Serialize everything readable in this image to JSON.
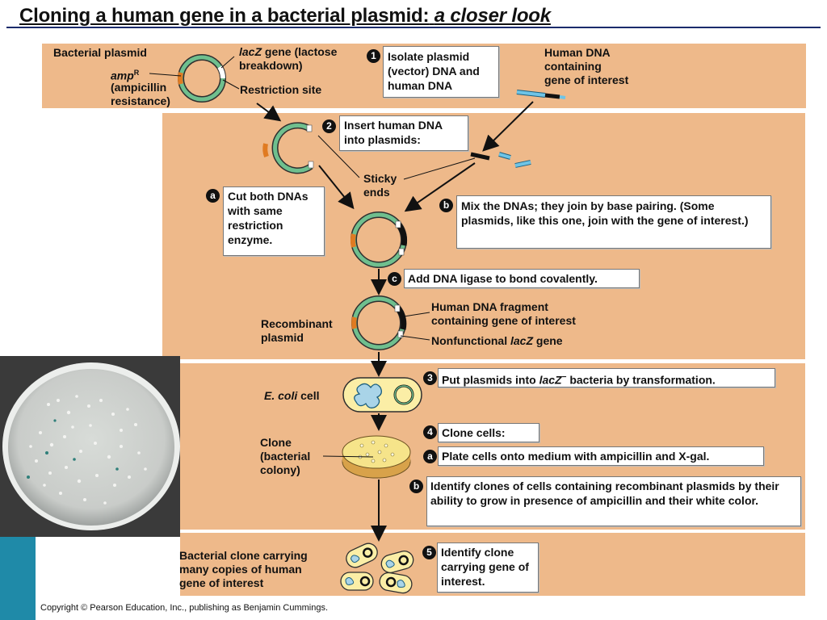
{
  "title": {
    "main": "Cloning a human gene in a bacterial plasmid:",
    "emphasis": "a closer look"
  },
  "labels": {
    "bacterial_plasmid": "Bacterial plasmid",
    "amp_r_name": "amp",
    "amp_r_sup": "R",
    "amp_r_desc_1": "(ampicillin",
    "amp_r_desc_2": "resistance)",
    "lacz_gene_name": "lacZ",
    "lacz_gene_desc": "gene (lactose",
    "lacz_gene_desc_2": "breakdown)",
    "restriction_site": "Restriction site",
    "human_dna_1": "Human DNA",
    "human_dna_2": "containing",
    "human_dna_3": "gene of interest",
    "sticky_ends_1": "Sticky",
    "sticky_ends_2": "ends",
    "recombinant_1": "Recombinant",
    "recombinant_2": "plasmid",
    "human_fragment_1": "Human DNA fragment",
    "human_fragment_2": "containing gene of interest",
    "nonfunctional_prefix": "Nonfunctional",
    "nonfunctional_gene": "lacZ",
    "nonfunctional_suffix": "gene",
    "ecoli_name": "E. coli",
    "ecoli_suffix": "cell",
    "clone_1": "Clone",
    "clone_2": "(bacterial",
    "clone_3": "colony)",
    "bact_clone_1": "Bacterial clone carrying",
    "bact_clone_2": "many copies of human",
    "bact_clone_3": "gene of interest"
  },
  "steps": {
    "s1": {
      "marker": "1",
      "text": "Isolate plasmid (vector) DNA and human DNA"
    },
    "s2": {
      "marker": "2",
      "text": "Insert human DNA into plasmids:"
    },
    "s2a": {
      "marker": "a",
      "text": "Cut both DNAs with same restriction enzyme."
    },
    "s2b": {
      "marker": "b",
      "text": "Mix the DNAs; they join by base pairing. (Some plasmids, like this one, join with the gene of interest.)"
    },
    "s2c": {
      "marker": "c",
      "text": "Add DNA ligase to bond covalently."
    },
    "s3": {
      "marker": "3",
      "text_pre": "Put plasmids into",
      "gene": "lacZ",
      "sup": "−",
      "text_post": "bacteria by transformation."
    },
    "s4": {
      "marker": "4",
      "text": "Clone cells:"
    },
    "s4a": {
      "marker": "a",
      "text": "Plate cells onto medium with ampicillin and X-gal."
    },
    "s4b": {
      "marker": "b",
      "text": "Identify clones of cells containing recombinant plasmids by their ability to grow in presence of ampicillin and their white color."
    },
    "s5": {
      "marker": "5",
      "text": "Identify clone carrying gene of interest."
    }
  },
  "copyright": "Copyright © Pearson Education, Inc., publishing as Benjamin Cummings.",
  "colors": {
    "panel": "#eeb98a",
    "plasmid": "#6fbf8e",
    "amp_r": "#e07b22",
    "human_dna": "#6ec4e6",
    "title_rule": "#1a2b6b"
  }
}
